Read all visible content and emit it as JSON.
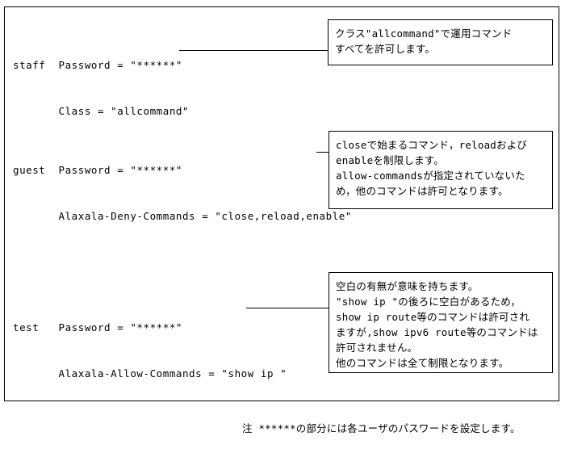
{
  "diagram": {
    "title": "AAA user configuration example with callout annotations",
    "frame": {
      "border_color": "#000000",
      "background": "#ffffff"
    },
    "entries": [
      {
        "id": "staff",
        "code_lines": [
          "staff  Password = \"******\"",
          "       Class = \"allcommand\""
        ],
        "callout_lines": [
          "クラス\"allcommand\"で運用コマンド",
          "すべてを許可します。"
        ]
      },
      {
        "id": "guest",
        "code_lines": [
          "guest  Password = \"******\"",
          "       Alaxala-Deny-Commands = \"close,reload,enable\""
        ],
        "callout_lines": [
          "closeで始まるコマンド，reloadおよび",
          "enableを制限します。",
          "allow-commandsが指定されていないた",
          "め，他のコマンドは許可となります。"
        ]
      },
      {
        "id": "test",
        "code_lines": [
          "test   Password = \"******\"",
          "       Alaxala-Allow-Commands = \"show ip \""
        ],
        "callout_lines": [
          "空白の有無が意味を持ちます。",
          "\"show ip \"の後ろに空白があるため，",
          "show ip route等のコマンドは許可され",
          "ますが,show ipv6 route等のコマンドは",
          "許可されません。",
          "他のコマンドは全て制限となります。"
        ]
      }
    ],
    "footnote": "注 ******の部分には各ユーザのパスワードを設定します。"
  }
}
